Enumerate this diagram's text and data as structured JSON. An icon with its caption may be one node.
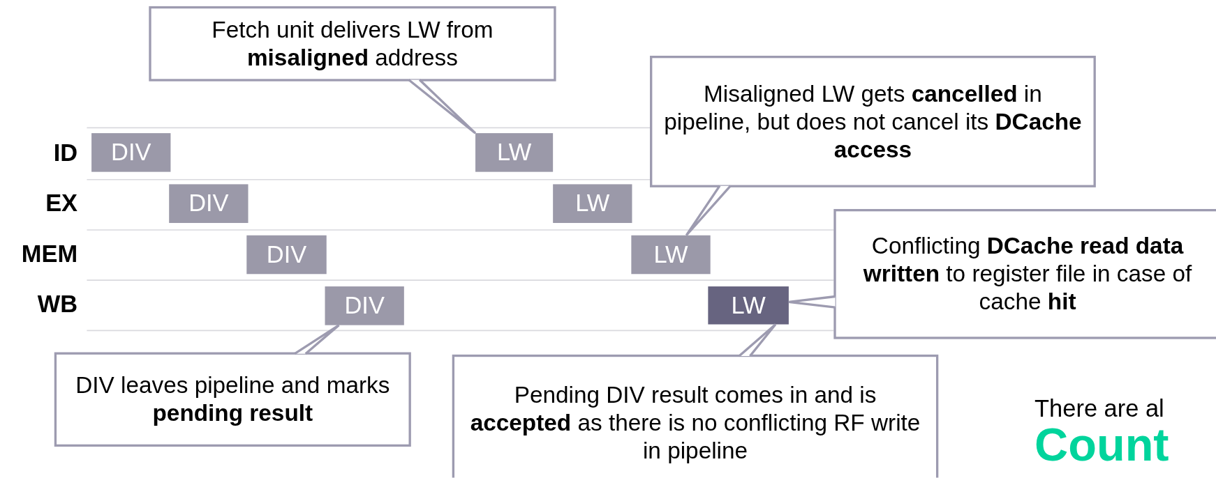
{
  "diagram": {
    "nodes": [
      {
        "text": [
          "DIV"
        ]
      },
      {
        "text": [
          "DIV"
        ]
      },
      {
        "text": [
          "DIV"
        ]
      },
      {
        "text": [
          "DIV"
        ]
      },
      {
        "text": [
          "LW"
        ]
      },
      {
        "text": [
          "LW"
        ]
      },
      {
        "text": [
          "LW"
        ]
      },
      {
        "text": [
          "LW"
        ]
      },
      {
        "text": [
          "Fetch unit delivers LW from **misaligned** address"
        ]
      },
      {
        "text": [
          "Misaligned LW gets **cancelled** in pipeline, but does not cancel its **DCache access**"
        ]
      },
      {
        "text": [
          "Conflicting **DCache read data written** to register file in case of cache **hit**"
        ]
      },
      {
        "text": [
          "DIV leaves pipeline and marks **pending result**"
        ]
      },
      {
        "text": [
          "Pending DIV result comes in and is **accepted** as there is no conflicting RF write in pipeline"
        ]
      }
    ],
    "edges": [
      {
        "from": 8,
        "to": 4,
        "arrow": "none"
      },
      {
        "from": 9,
        "to": 6,
        "arrow": "none"
      },
      {
        "from": 10,
        "to": 7,
        "arrow": "none"
      },
      {
        "from": 11,
        "to": 3,
        "arrow": "none"
      },
      {
        "from": 12,
        "to": 7,
        "arrow": "none"
      }
    ],
    "labels": [
      "ID",
      "EX",
      "MEM",
      "WB",
      "There are al",
      "Count"
    ]
  }
}
